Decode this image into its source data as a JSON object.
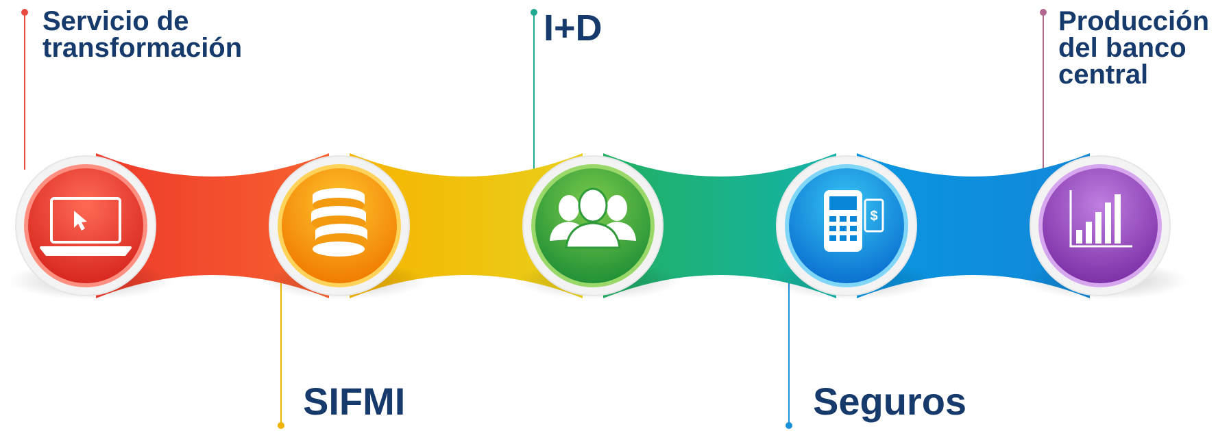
{
  "steps": [
    {
      "label": "Servicio de\ntransformación",
      "icon": "laptop-cursor-icon",
      "color": "#e63e2f",
      "color_light": "#ff6a55"
    },
    {
      "label": "SIFMI",
      "icon": "coin-stack-icon",
      "color": "#f28a00",
      "color_light": "#ffc52e"
    },
    {
      "label": "I+D",
      "icon": "team-people-icon",
      "color": "#2e9a3a",
      "color_light": "#7ccc4b"
    },
    {
      "label": "Seguros",
      "icon": "card-terminal-icon",
      "color": "#0a86d8",
      "color_light": "#38c6f4"
    },
    {
      "label": "Producción\ndel banco\ncentral",
      "icon": "bar-chart-icon",
      "color": "#8e3fb3",
      "color_light": "#c07ee0"
    }
  ],
  "text_color": "#163a6b"
}
